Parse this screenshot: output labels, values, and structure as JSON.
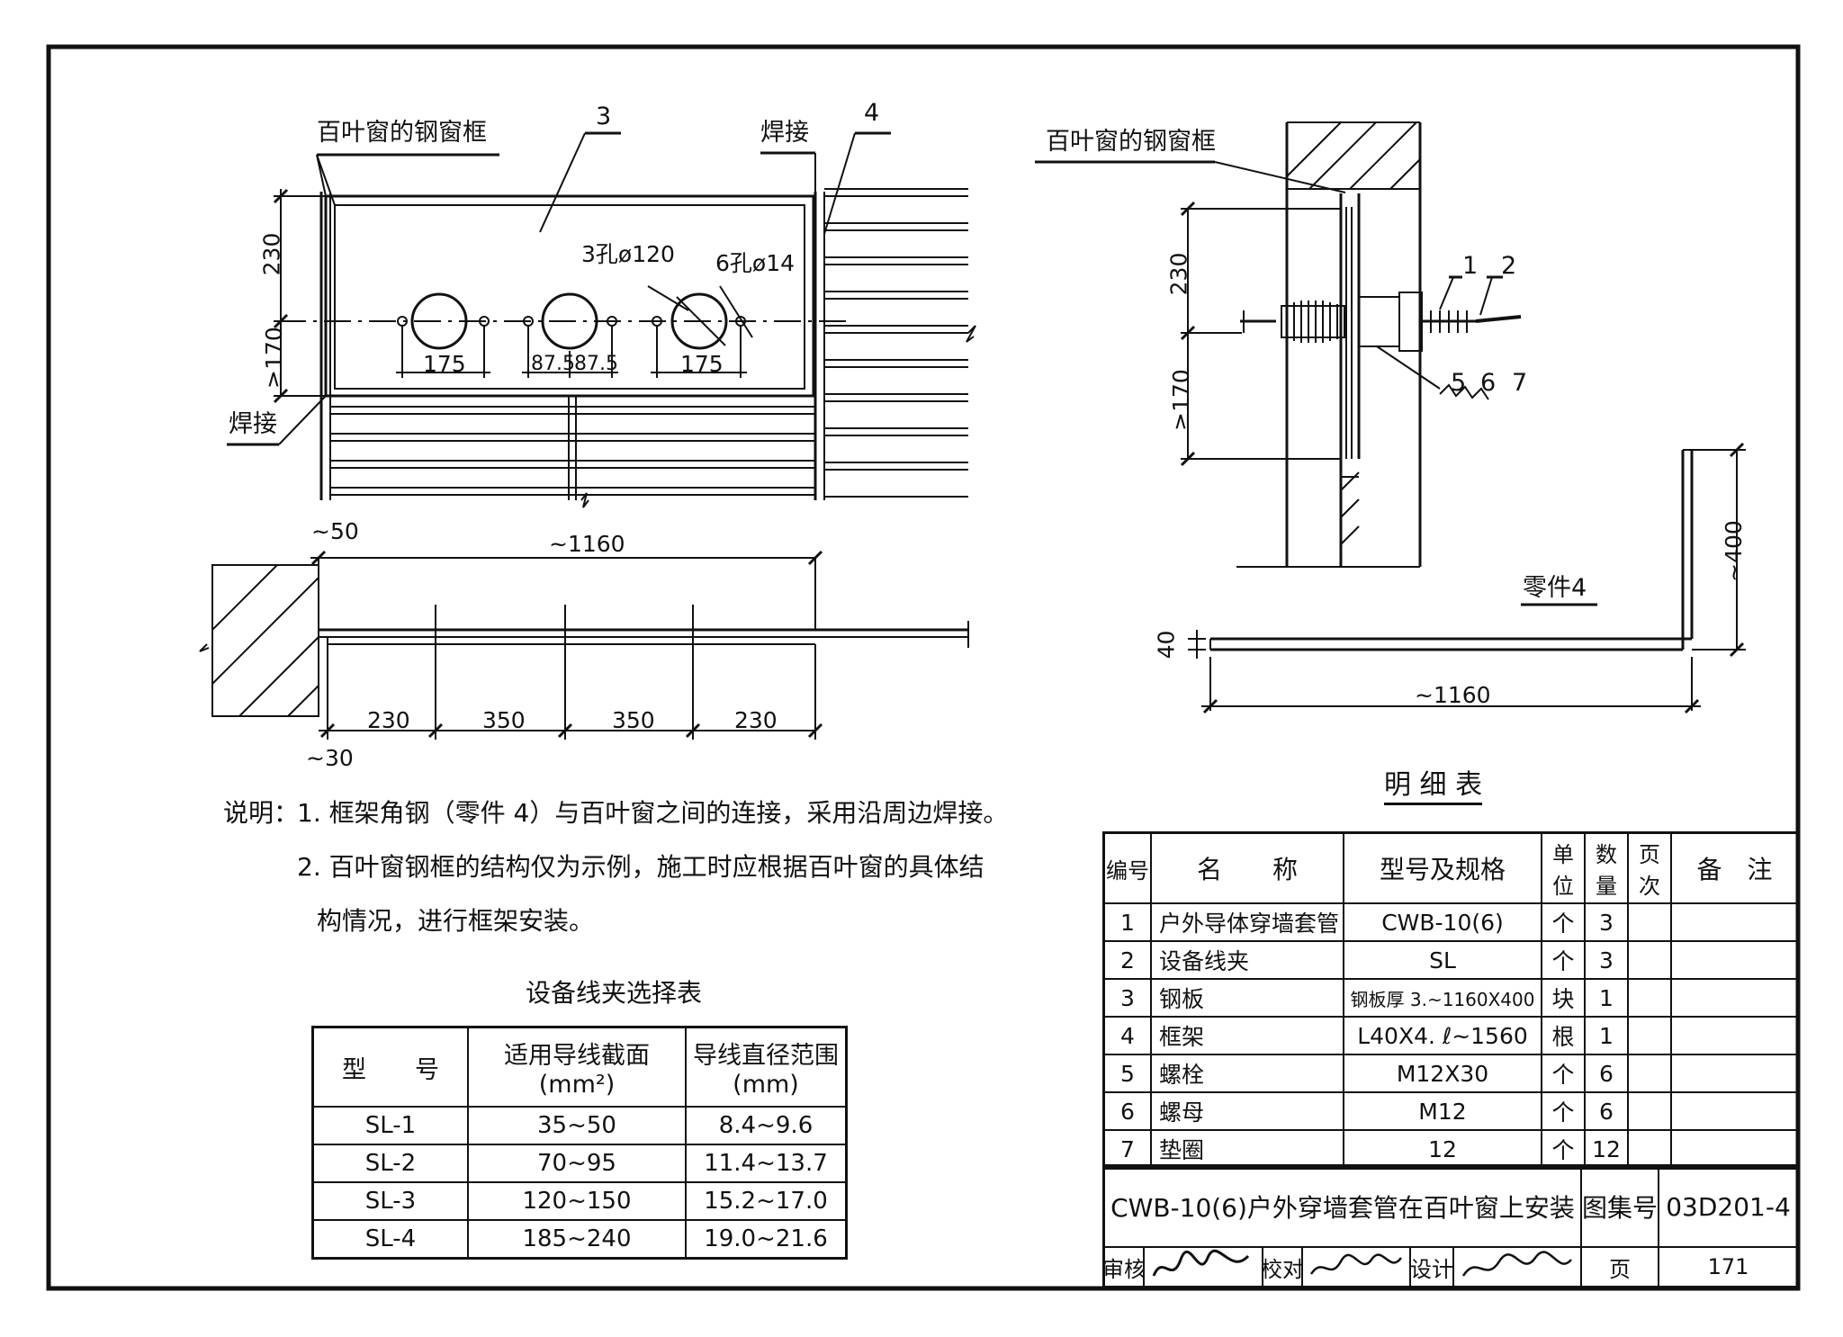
{
  "front_view": {
    "label_frame": "百叶窗的钢窗框",
    "label_weld_top": "焊接",
    "label_weld_left": "焊接",
    "part3": "3",
    "part4": "4",
    "holes_large": "3孔ø120",
    "holes_small": "6孔ø14",
    "dim_230": "230",
    "dim_170": "≥170",
    "dim_175_left": "175",
    "dim_87_5_a": "87.5",
    "dim_87_5_b": "87.5",
    "dim_175_right": "175"
  },
  "plan_view": {
    "dim_50": "~50",
    "dim_1160": "~1160",
    "dim_30": "~30",
    "spacing": [
      "230",
      "350",
      "350",
      "230"
    ]
  },
  "side_view": {
    "label_frame": "百叶窗的钢窗框",
    "dim_230": "230",
    "dim_170": "≥170",
    "callouts_top": [
      "1",
      "2"
    ],
    "callouts_bottom": [
      "5",
      "6",
      "7"
    ]
  },
  "part4_view": {
    "title": "零件4",
    "dim_400": "~400",
    "dim_40": "40",
    "dim_1160": "~1160"
  },
  "notes": {
    "prefix": "说明：",
    "line1": "1. 框架角钢（零件 4）与百叶窗之间的连接，采用沿周边焊接。",
    "line2": "2. 百叶窗钢框的结构仅为示例，施工时应根据百叶窗的具体结",
    "line3": "构情况，进行框架安装。"
  },
  "selection_table": {
    "title": "设备线夹选择表",
    "headers": [
      "型　　号",
      "适用导线截面 (mm²)",
      "导线直径范围 (mm)"
    ],
    "rows": [
      [
        "SL-1",
        "35~50",
        "8.4~9.6"
      ],
      [
        "SL-2",
        "70~95",
        "11.4~13.7"
      ],
      [
        "SL-3",
        "120~150",
        "15.2~17.0"
      ],
      [
        "SL-4",
        "185~240",
        "19.0~21.6"
      ]
    ]
  },
  "bom": {
    "title": "明 细 表",
    "headers": [
      "编号",
      "名　　称",
      "型号及规格",
      "单位",
      "数量",
      "页次",
      "备　注"
    ],
    "rows": [
      [
        "1",
        "户外导体穿墙套管",
        "CWB-10(6)",
        "个",
        "3",
        "",
        ""
      ],
      [
        "2",
        "设备线夹",
        "SL",
        "个",
        "3",
        "",
        ""
      ],
      [
        "3",
        "钢板",
        "钢板厚 3.~1160X400",
        "块",
        "1",
        "",
        ""
      ],
      [
        "4",
        "框架",
        "L40X4. ℓ~1560",
        "根",
        "1",
        "",
        ""
      ],
      [
        "5",
        "螺栓",
        "M12X30",
        "个",
        "6",
        "",
        ""
      ],
      [
        "6",
        "螺母",
        "M12",
        "个",
        "6",
        "",
        ""
      ],
      [
        "7",
        "垫圈",
        "12",
        "个",
        "12",
        "",
        ""
      ]
    ]
  },
  "title_block": {
    "drawing_title": "CWB-10(6)户外穿墙套管在百叶窗上安装",
    "atlas_label": "图集号",
    "atlas_no": "03D201-4",
    "review": "审核",
    "check": "校对",
    "design": "设计",
    "page_label": "页",
    "page_no": "171"
  }
}
